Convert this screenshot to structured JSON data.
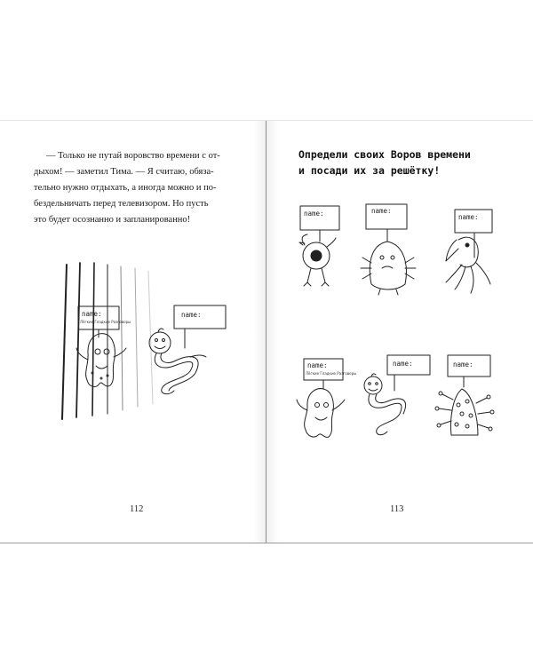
{
  "left_page": {
    "text_lines": [
      "— Только не путай воровство времени с от-",
      "дыхом! — заметил Тима. — Я считаю, обяза-",
      "тельно нужно отдыхать, а иногда можно и по-",
      "бездельничать перед телевизором. Но пусть",
      "это будет осознанно и запланированно!"
    ],
    "page_number": "112",
    "illustration": {
      "left_sign_title": "name:",
      "left_sign_subtitle": "Лёгкие Гладкие Разговоры",
      "right_sign_title": "name:"
    }
  },
  "right_page": {
    "heading_lines": [
      "Определи своих Воров времени",
      "и посади их за решётку!"
    ],
    "page_number": "113",
    "signs": {
      "s1": "name:",
      "s2": "name:",
      "s3": "name:",
      "s4_title": "name:",
      "s4_subtitle": "Лёгкие Гладкие Разговоры",
      "s5": "name:",
      "s6": "name:"
    }
  }
}
